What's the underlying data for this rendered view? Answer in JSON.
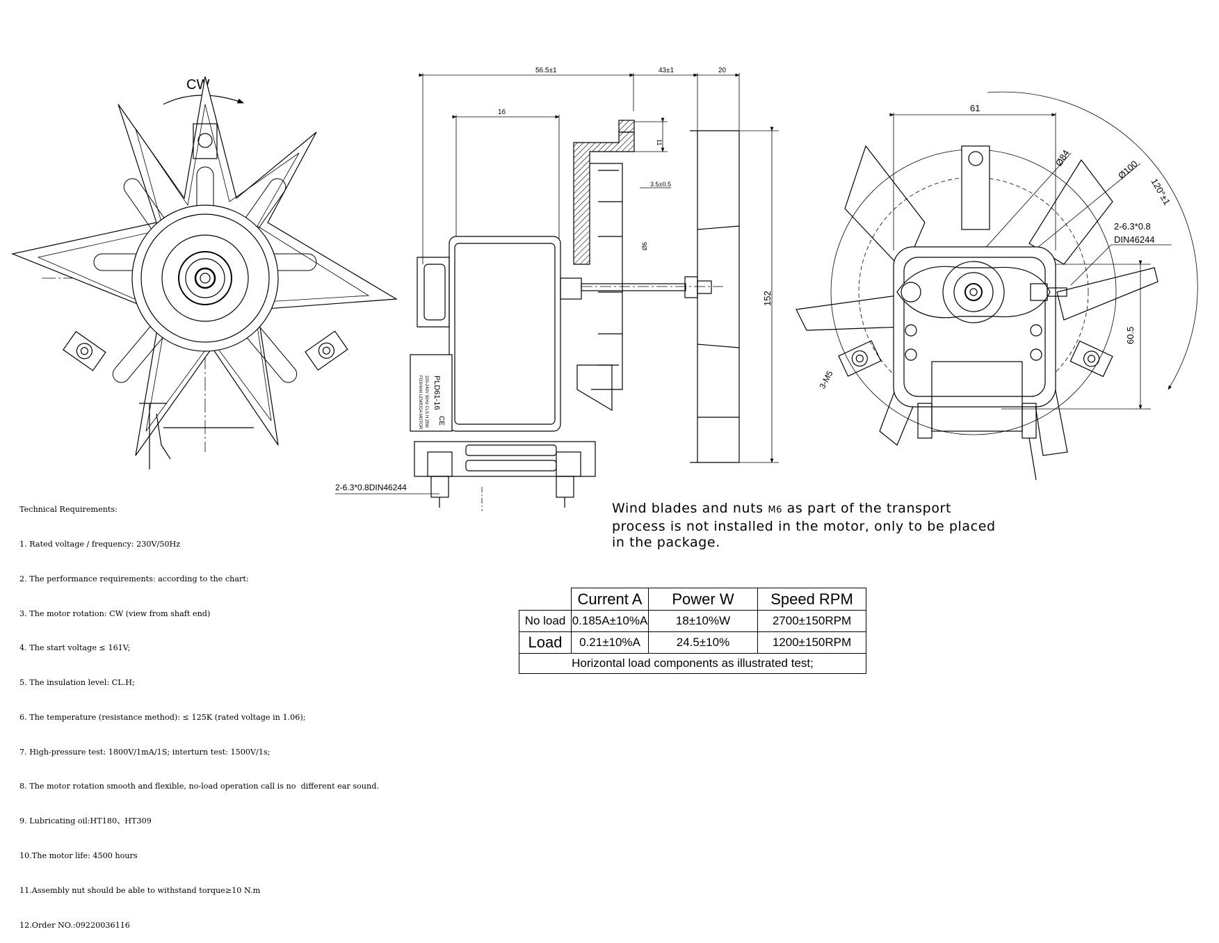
{
  "drawing": {
    "rotation_label": "CW",
    "dims": {
      "d_56_5": "56.5±1",
      "d_43": "43±1",
      "d_20": "20",
      "d_16": "16",
      "d_11": "11",
      "d_3_5": "3.5±0.5",
      "d_6": "Ø6",
      "d_152": "152",
      "d_61": "61",
      "d_84": "Ø84",
      "d_100": "Ø100",
      "d_120": "120°±1",
      "d_60_5": "60.5",
      "d_3m5": "3-M5"
    },
    "terminal_right_1": "2-6.3*0.8",
    "terminal_right_2": "DIN46244",
    "terminal_left": "2-6.3*0.8DIN46244",
    "label_line1": "PLD61-16",
    "label_line2": "220-240V 50Hz CLS H 25W",
    "label_line3": "FOSHAN LEWEIDA MOTOR",
    "ce": "CE"
  },
  "requirements": {
    "title": "Technical Requirements:",
    "items": [
      "1. Rated voltage / frequency: 230V/50Hz",
      "2. The performance requirements: according to the chart:",
      "3. The motor rotation: CW (view from shaft end)",
      "4. The start voltage ≤ 161V;",
      "5. The insulation level: CL.H;",
      "6. The temperature (resistance method): ≤ 125K (rated voltage in 1.06);",
      "7. High-pressure test: 1800V/1mA/1S; interturn test: 1500V/1s;",
      "8. The motor rotation smooth and flexible, no-load operation call is no  different ear sound.",
      "9. Lubricating oil:HT180、HT309",
      "10.The motor life: 4500 hours",
      "11.Assembly nut should be able to withstand torque≥10 N.m",
      "12.Order NO.:09220036116"
    ]
  },
  "note": {
    "part1": "Wind blades and nuts ",
    "small": "M6",
    "part2": " as part of the transport process is not installed in the motor, only to be placed in the package."
  },
  "table": {
    "headers": [
      "",
      "Current A",
      "Power W",
      "Speed RPM"
    ],
    "rows": [
      {
        "label": "No load",
        "current": "0.185A±10%A",
        "power": "18±10%W",
        "speed": "2700±150RPM"
      },
      {
        "label": "Load",
        "current": "0.21±10%A",
        "power": "24.5±10%",
        "speed": "1200±150RPM"
      }
    ],
    "footer": "Horizontal load components as illustrated test;"
  }
}
